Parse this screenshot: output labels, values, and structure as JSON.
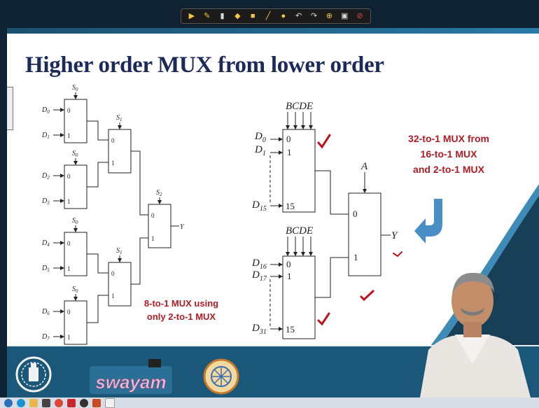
{
  "toolbar": {
    "tools": [
      {
        "icon": "pointer-icon",
        "glyph": "▶"
      },
      {
        "icon": "pen-icon",
        "glyph": "✎"
      },
      {
        "icon": "highlighter-icon",
        "glyph": "▮"
      },
      {
        "icon": "eraser-icon",
        "glyph": "◆"
      },
      {
        "icon": "shape-icon",
        "glyph": "■"
      },
      {
        "icon": "line-icon",
        "glyph": "╱"
      },
      {
        "icon": "color-icon",
        "glyph": "●"
      },
      {
        "icon": "undo-icon",
        "glyph": "↶"
      },
      {
        "icon": "redo-icon",
        "glyph": "↷"
      },
      {
        "icon": "zoom-icon",
        "glyph": "⊕"
      },
      {
        "icon": "screen-icon",
        "glyph": "▣"
      },
      {
        "icon": "close-icon",
        "glyph": "⊘"
      }
    ]
  },
  "slide": {
    "title": "Higher order MUX  from lower order"
  },
  "left_diagram": {
    "select_labels": {
      "s0": "S",
      "s0_sub": "0",
      "s1": "S",
      "s1_sub": "1",
      "s2": "S",
      "s2_sub": "2"
    },
    "inputs": [
      {
        "d": "D",
        "sub": "0"
      },
      {
        "d": "D",
        "sub": "1"
      },
      {
        "d": "D",
        "sub": "2"
      },
      {
        "d": "D",
        "sub": "3"
      },
      {
        "d": "D",
        "sub": "4"
      },
      {
        "d": "D",
        "sub": "5"
      },
      {
        "d": "D",
        "sub": "6"
      },
      {
        "d": "D",
        "sub": "7"
      }
    ],
    "port_zero": "0",
    "port_one": "1",
    "output": "Y",
    "note_line1": "8-to-1 MUX using",
    "note_line2": "only 2-to-1 MUX"
  },
  "right_diagram": {
    "select_bus": "BCDE",
    "select_a": "A",
    "upper_inputs": [
      {
        "d": "D",
        "sub": "0"
      },
      {
        "d": "D",
        "sub": "1"
      },
      {
        "d": "D",
        "sub": "15"
      }
    ],
    "lower_inputs": [
      {
        "d": "D",
        "sub": "16"
      },
      {
        "d": "D",
        "sub": "17"
      },
      {
        "d": "D",
        "sub": "31"
      }
    ],
    "port_zero": "0",
    "port_one": "1",
    "port_fifteen": "15",
    "output": "Y",
    "note_line1": "32-to-1 MUX from",
    "note_line2": "16-to-1 MUX",
    "note_line3": "and 2-to-1 MUX"
  },
  "colors": {
    "title": "#1b2a59",
    "note": "#b11b24",
    "arrow": "#4a8ec6",
    "band": "#1a5778"
  },
  "logos": {
    "swayam": "swayam"
  }
}
